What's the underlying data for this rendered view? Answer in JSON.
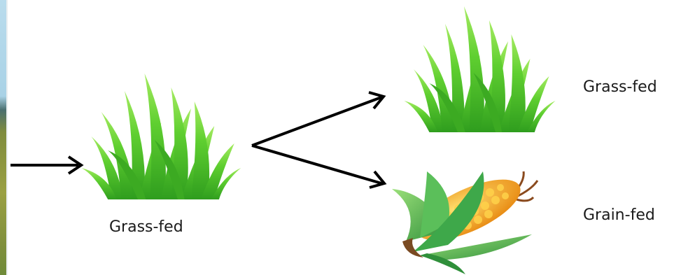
{
  "diagram": {
    "source_label": "Grass-fed",
    "outcomes": [
      {
        "label": "Grass-fed",
        "image": "grass-icon"
      },
      {
        "label": "Grain-fed",
        "image": "corn-icon"
      }
    ],
    "source_image": "grass-icon",
    "colors": {
      "grass_dark": "#2f9d1e",
      "grass_light": "#8fe04a",
      "corn_kernel": "#f5a623",
      "corn_husk": "#3fa548",
      "arrow": "#000000"
    }
  }
}
